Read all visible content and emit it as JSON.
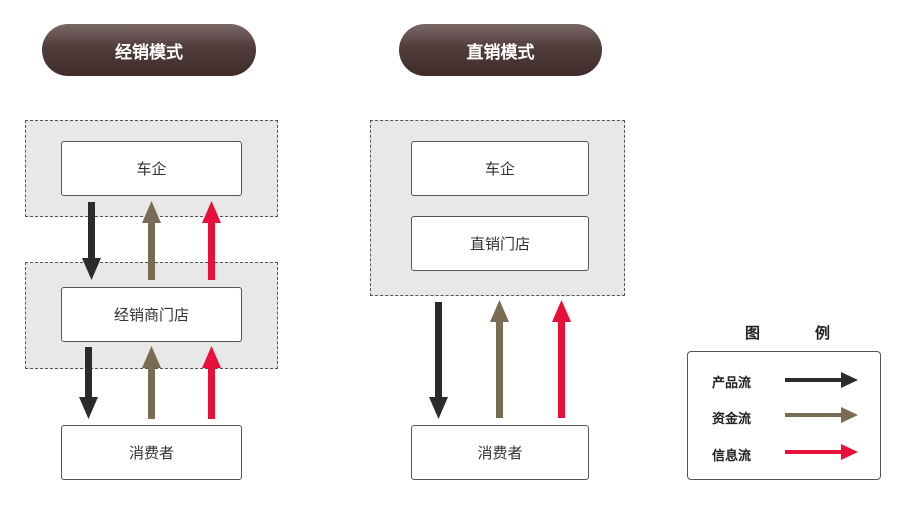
{
  "left": {
    "title": "经销模式",
    "oem": "车企",
    "dealer": "经销商门店",
    "consumer": "消费者"
  },
  "right": {
    "title": "直销模式",
    "oem": "车企",
    "store": "直销门店",
    "consumer": "消费者"
  },
  "legend": {
    "title_a": "图",
    "title_b": "例",
    "items": [
      {
        "label": "产品流",
        "color": "#2b2b2b"
      },
      {
        "label": "资金流",
        "color": "#7b6a54"
      },
      {
        "label": "信息流",
        "color": "#e6103a"
      }
    ]
  },
  "colors": {
    "product": "#2b2b2b",
    "capital": "#7b6a54",
    "info": "#e6103a"
  }
}
